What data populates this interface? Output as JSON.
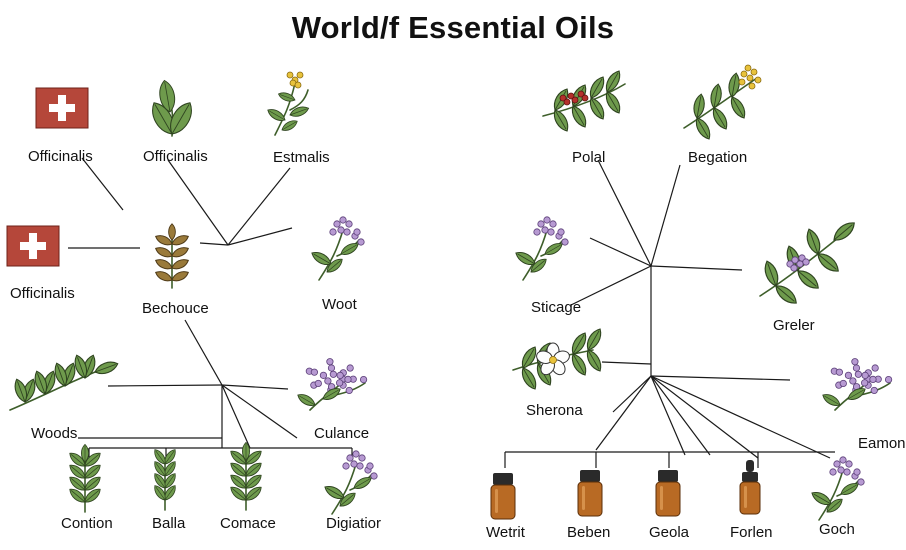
{
  "title": "World/f Essential Oils",
  "nodes": [
    {
      "id": "officinalis-cross-1",
      "label": "Officinalis",
      "icon": "red-cross-icon"
    },
    {
      "id": "officinalis-leaf",
      "label": "Officinalis",
      "icon": "leaf-icon"
    },
    {
      "id": "estmalis",
      "label": "Estmalis",
      "icon": "yellow-flower-sprig-icon"
    },
    {
      "id": "officinalis-cross-2",
      "label": "Officinalis",
      "icon": "red-cross-icon"
    },
    {
      "id": "bechouce",
      "label": "Bechouce",
      "icon": "brown-leaf-sprig-icon"
    },
    {
      "id": "woot",
      "label": "Woot",
      "icon": "purple-flower-sprig-icon"
    },
    {
      "id": "woods",
      "label": "Woods",
      "icon": "leafy-branch-icon"
    },
    {
      "id": "culance",
      "label": "Culance",
      "icon": "lavender-cluster-icon"
    },
    {
      "id": "contion",
      "label": "Contion",
      "icon": "leafy-sprig-icon"
    },
    {
      "id": "balla",
      "label": "Balla",
      "icon": "grass-sprig-icon"
    },
    {
      "id": "comace",
      "label": "Comace",
      "icon": "leafy-sprig-icon"
    },
    {
      "id": "digiatior",
      "label": "Digiatior",
      "icon": "purple-flower-sprig-icon"
    },
    {
      "id": "polal",
      "label": "Polal",
      "icon": "red-berry-branch-icon"
    },
    {
      "id": "begation",
      "label": "Begation",
      "icon": "yellow-flower-branch-icon"
    },
    {
      "id": "sticage",
      "label": "Sticage",
      "icon": "purple-flower-sprig-icon"
    },
    {
      "id": "greler",
      "label": "Greler",
      "icon": "purple-flower-branch-icon"
    },
    {
      "id": "sherona",
      "label": "Sherona",
      "icon": "white-blossom-icon"
    },
    {
      "id": "eamon",
      "label": "Eamon",
      "icon": "lavender-cluster-icon"
    },
    {
      "id": "wetrit",
      "label": "Wetrit",
      "icon": "oil-bottle-icon"
    },
    {
      "id": "beben",
      "label": "Beben",
      "icon": "oil-bottle-icon"
    },
    {
      "id": "geola",
      "label": "Geola",
      "icon": "oil-bottle-icon"
    },
    {
      "id": "forlen",
      "label": "Forlen",
      "icon": "dropper-bottle-icon"
    },
    {
      "id": "goch",
      "label": "Goch",
      "icon": "purple-flower-sprig-icon"
    }
  ],
  "colors": {
    "leaf": "#6e9a4c",
    "leaf_dark": "#3e5e2a",
    "cross_red": "#b5473a",
    "lavender": "#b79ad2",
    "yellow_flower": "#e8c23b",
    "berry": "#b5302c",
    "bottle_amber": "#b86a24",
    "cap": "#2a2a2a"
  }
}
